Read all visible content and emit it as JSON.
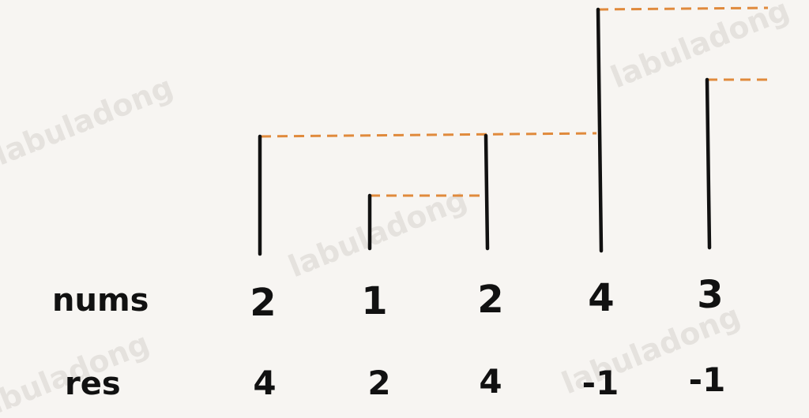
{
  "labels": {
    "nums": "nums",
    "res": "res"
  },
  "watermark": "labuladong",
  "nums": [
    2,
    1,
    2,
    4,
    3
  ],
  "res": [
    4,
    2,
    4,
    -1,
    -1
  ],
  "colors": {
    "bar": "#111111",
    "dash": "#e08a3c",
    "text": "#111111"
  }
}
